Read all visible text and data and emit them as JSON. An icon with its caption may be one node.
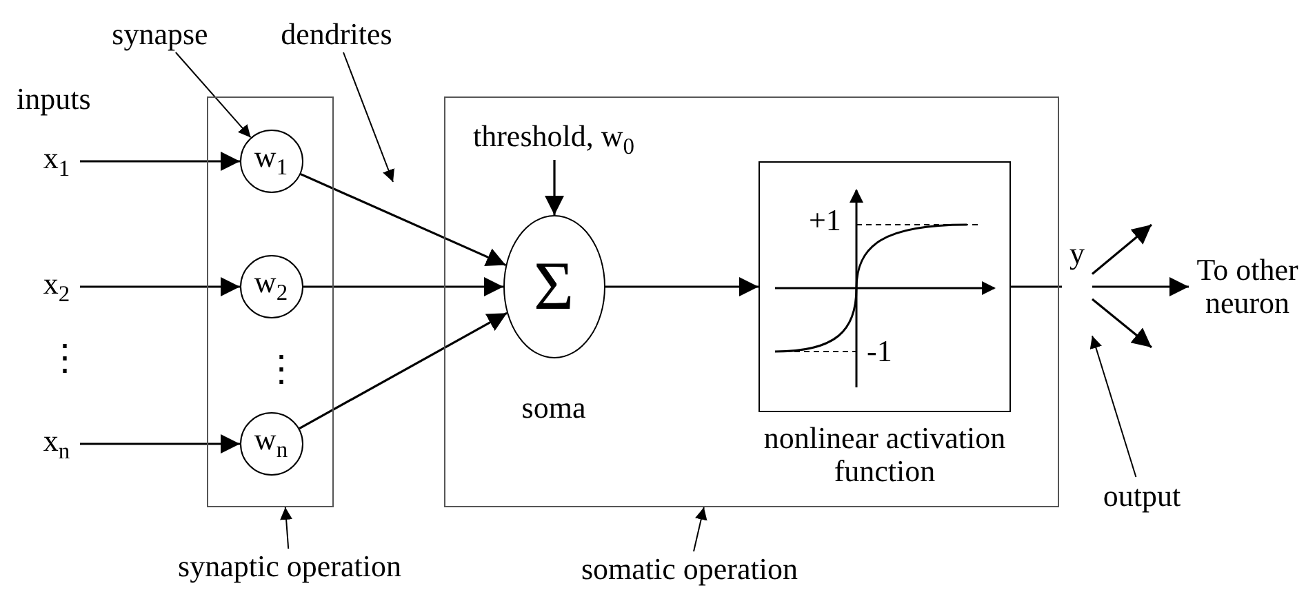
{
  "diagram": {
    "nodes": [
      {
        "text": [
          "synapse"
        ]
      },
      {
        "text": [
          "dendrites"
        ]
      },
      {
        "text": [
          "x$_{1}$"
        ]
      },
      {
        "text": [
          "x$_{2}$"
        ]
      },
      {
        "text": [
          "x$_{n}$"
        ]
      },
      {
        "text": [],
        "shape": "box"
      },
      {
        "text": [
          "w$_{1}$"
        ],
        "in": 5
      },
      {
        "text": [
          "w$_{2}$"
        ],
        "in": 5
      },
      {
        "text": [
          "w$_{n}$"
        ],
        "in": 5
      },
      {
        "text": [],
        "shape": "box"
      },
      {
        "text": [
          "threshold, w$_{0}$"
        ],
        "in": 9
      },
      {
        "text": [
          "Σ"
        ],
        "in": 9,
        "beside": [
          "soma"
        ]
      },
      {
        "text": [
          "+1",
          "-1"
        ],
        "in": 9,
        "beside": [
          "nonlinear activation function"
        ]
      },
      {
        "text": [
          "y"
        ]
      },
      {
        "text": [
          "To other neuron"
        ]
      },
      {
        "text": [
          "output"
        ]
      },
      {
        "text": [
          "synaptic operation"
        ]
      },
      {
        "text": [
          "somatic operation"
        ]
      }
    ],
    "edges": [
      {
        "from": 2,
        "to": 6,
        "arrow": "to"
      },
      {
        "from": 3,
        "to": 7,
        "arrow": "to"
      },
      {
        "from": 4,
        "to": 8,
        "arrow": "to"
      },
      {
        "from": 6,
        "to": 11,
        "arrow": "to"
      },
      {
        "from": 7,
        "to": 11,
        "arrow": "to"
      },
      {
        "from": 8,
        "to": 11,
        "arrow": "to"
      },
      {
        "from": 10,
        "to": 11,
        "arrow": "to"
      },
      {
        "from": 11,
        "to": 12,
        "arrow": "to"
      },
      {
        "from": 12,
        "to": 13,
        "arrow": "none"
      },
      {
        "from": 13,
        "to": null,
        "arrow": "to"
      },
      {
        "from": 13,
        "to": 14,
        "arrow": "to"
      },
      {
        "from": 13,
        "to": null,
        "arrow": "to"
      },
      {
        "from": 0,
        "to": 6,
        "arrow": "to"
      },
      {
        "from": 1,
        "to": null,
        "arrow": "to"
      },
      {
        "from": 15,
        "to": 13,
        "arrow": "to"
      },
      {
        "from": 16,
        "to": 5,
        "arrow": "to"
      },
      {
        "from": 17,
        "to": 9,
        "arrow": "to"
      }
    ],
    "labels": [
      "inputs",
      "⋮",
      "⋮"
    ]
  }
}
